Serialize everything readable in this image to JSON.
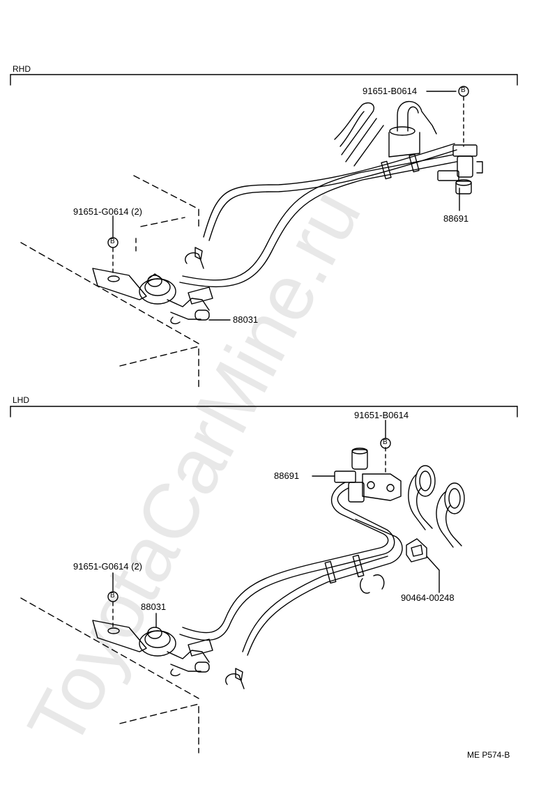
{
  "sections": [
    {
      "tag": "RHD",
      "parts": {
        "clamp_top": "91651-B0614",
        "clamp_top_marker": "B",
        "clamp_left": "91651-G0614 (2)",
        "clamp_left_marker": "B",
        "valve": "88691",
        "egr": "88031"
      }
    },
    {
      "tag": "LHD",
      "parts": {
        "clamp_top": "91651-B0614",
        "clamp_top_marker": "B",
        "valve": "88691",
        "clamp_left": "91651-G0614 (2)",
        "clamp_left_marker": "B",
        "egr": "88031",
        "clip": "90464-00248"
      }
    }
  ],
  "reference": "ME P574-B",
  "watermark": "ToyotaCarMine.ru",
  "colors": {
    "line": "#000000",
    "watermark": "#e6e6e6",
    "background": "#ffffff"
  }
}
